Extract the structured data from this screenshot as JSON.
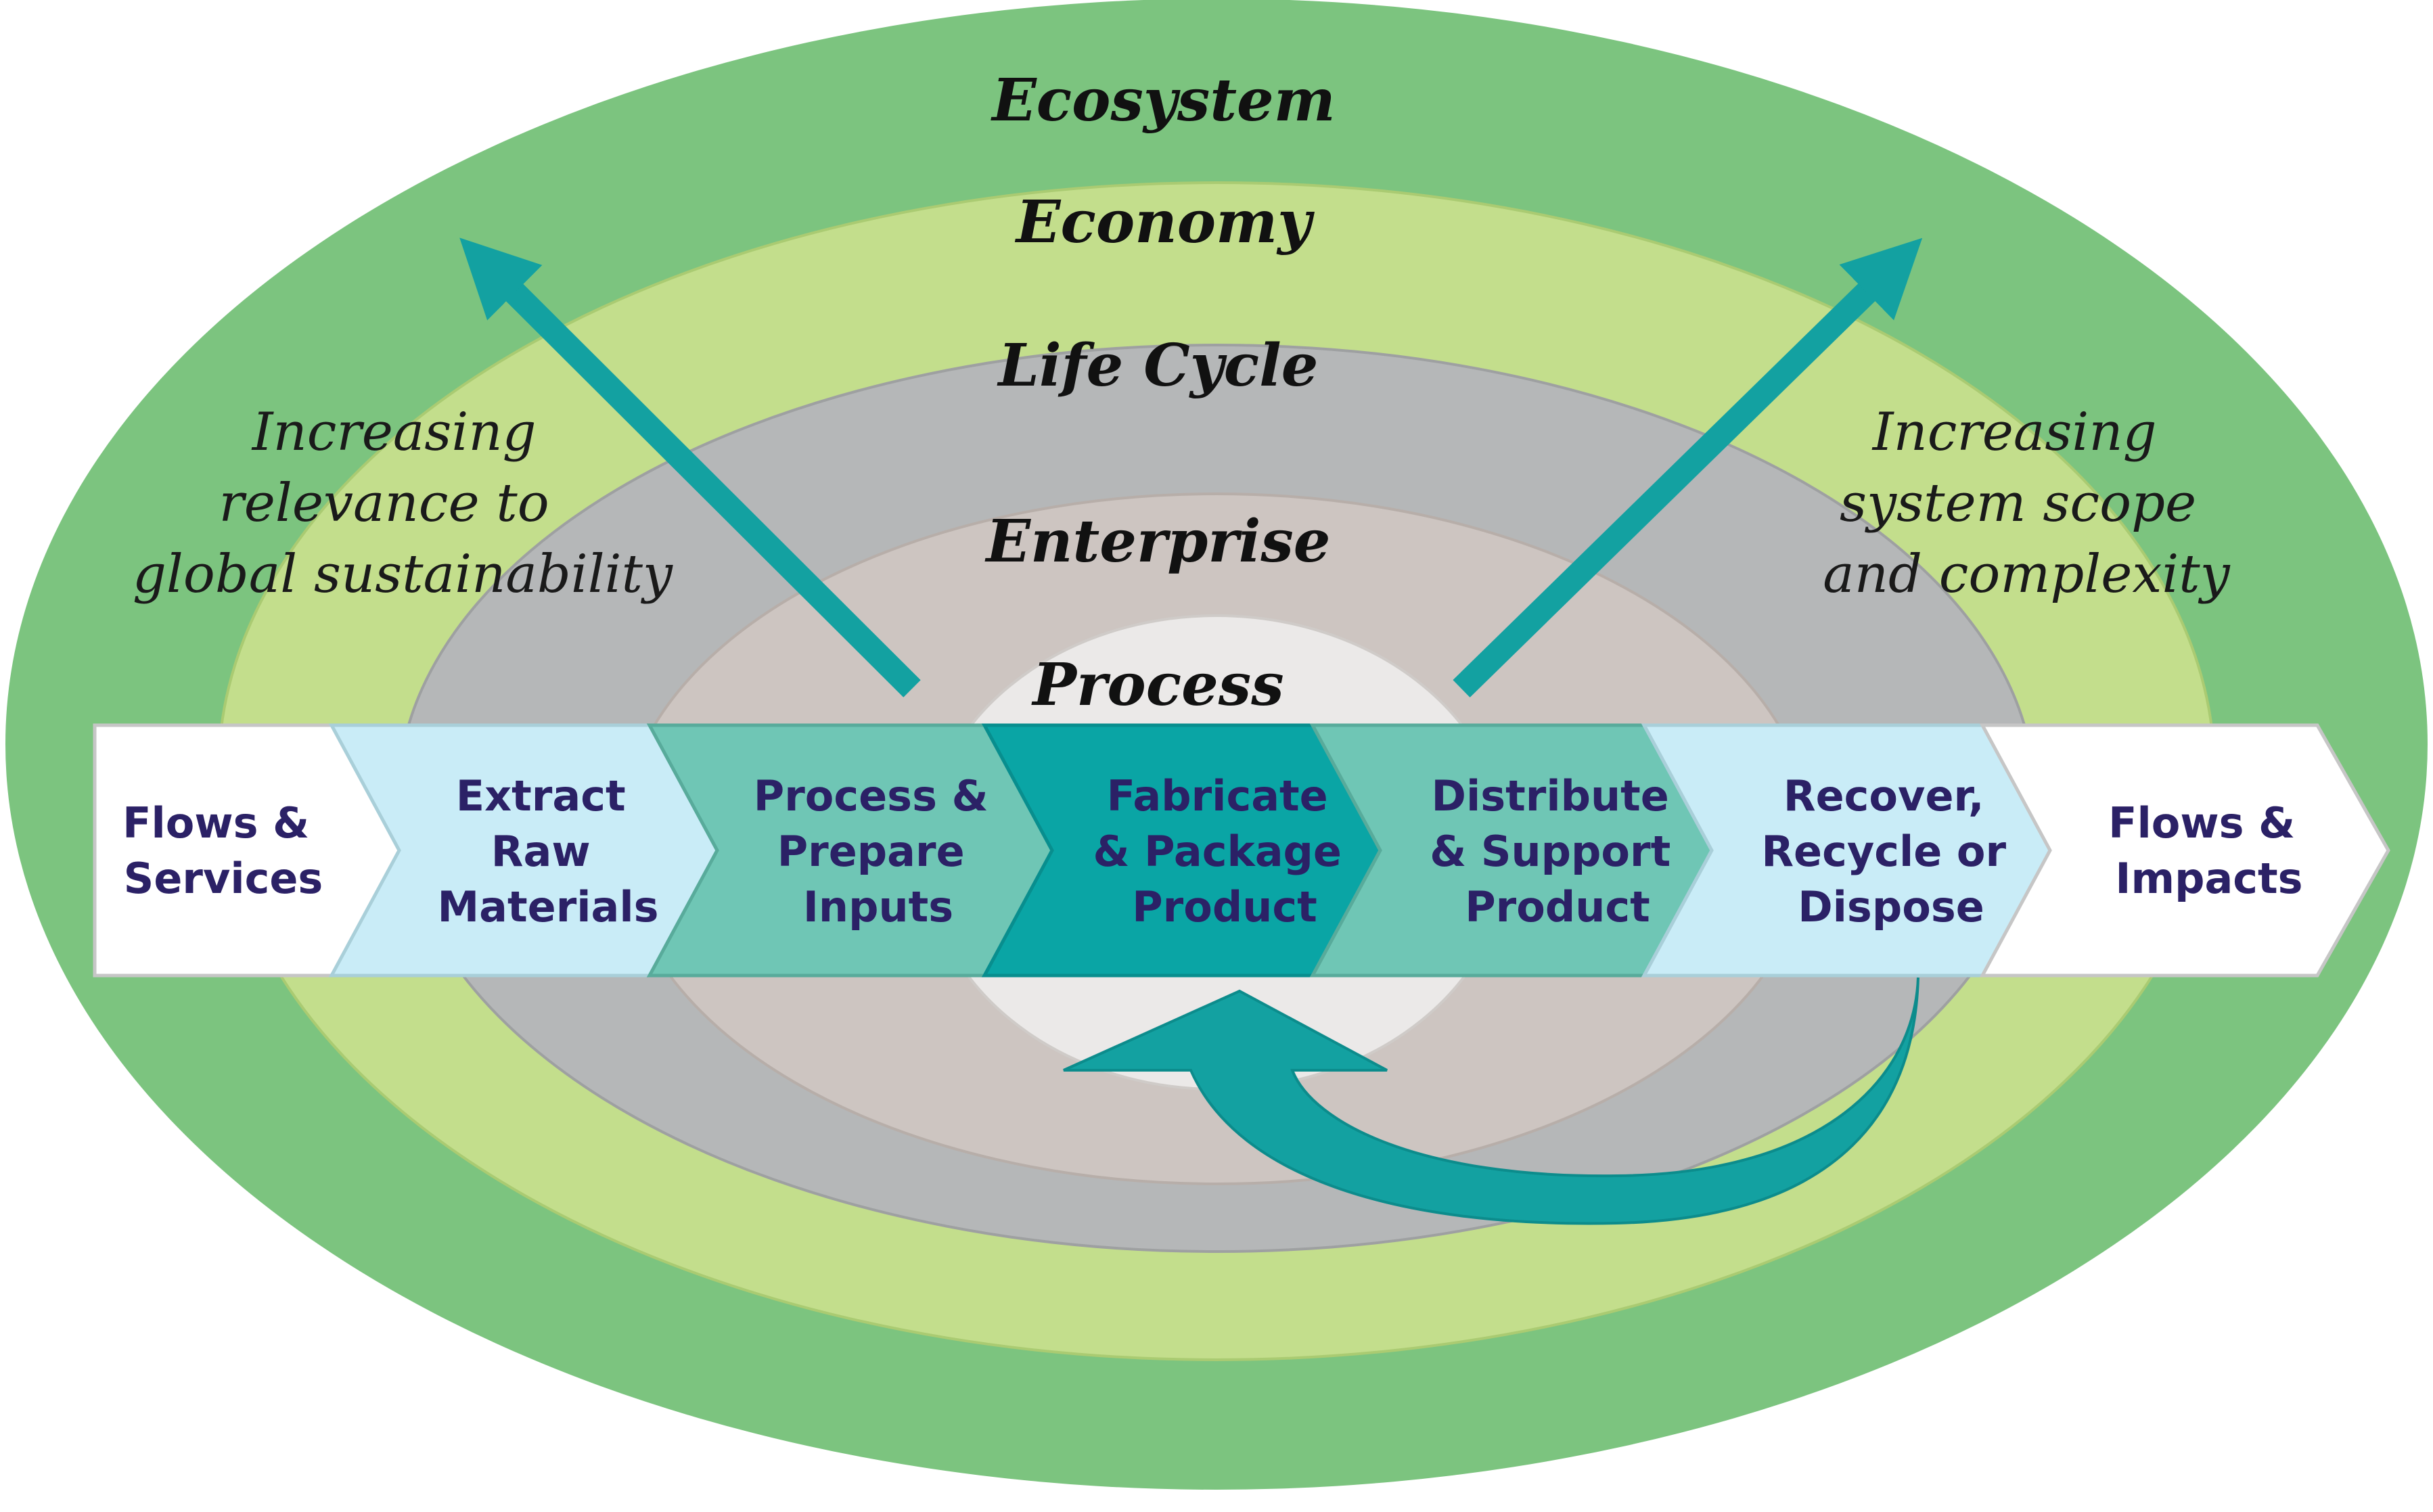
{
  "rings": [
    {
      "id": "ecosystem",
      "label": "Ecosystem",
      "color": "#7cc47f"
    },
    {
      "id": "economy",
      "label": "Economy",
      "color": "#c3de8c"
    },
    {
      "id": "lifecycle",
      "label": "Life Cycle",
      "color": "#b5b7b8"
    },
    {
      "id": "enterprise",
      "label": "Enterprise",
      "color": "#cdc5c1"
    },
    {
      "id": "process",
      "label": "Process",
      "color": "#ebe9e8"
    }
  ],
  "left_note": [
    "Increasing",
    "relevance to",
    "global sustainability"
  ],
  "right_note": [
    "Increasing",
    "system scope",
    "and complexity"
  ],
  "steps": [
    {
      "id": "flows-services",
      "lines": [
        "Flows &",
        "Services"
      ],
      "color": "#ffffff"
    },
    {
      "id": "extract-raw-materials",
      "lines": [
        "Extract",
        "Raw",
        "Materials"
      ],
      "color": "#c9ecf7"
    },
    {
      "id": "process-prepare-inputs",
      "lines": [
        "Process &",
        "Prepare",
        "Inputs"
      ],
      "color": "#6fc6b5"
    },
    {
      "id": "fabricate-package-product",
      "lines": [
        "Fabricate",
        "& Package",
        "Product"
      ],
      "color": "#0aa5a5"
    },
    {
      "id": "distribute-support-product",
      "lines": [
        "Distribute",
        "& Support",
        "Product"
      ],
      "color": "#6fc6b5"
    },
    {
      "id": "recover-recycle-dispose",
      "lines": [
        "Recover,",
        "Recycle or",
        "Dispose"
      ],
      "color": "#c9ecf7"
    },
    {
      "id": "flows-impacts",
      "lines": [
        "Flows &",
        "Impacts"
      ],
      "color": "#ffffff"
    }
  ],
  "arrow_color": "#13a1a1"
}
